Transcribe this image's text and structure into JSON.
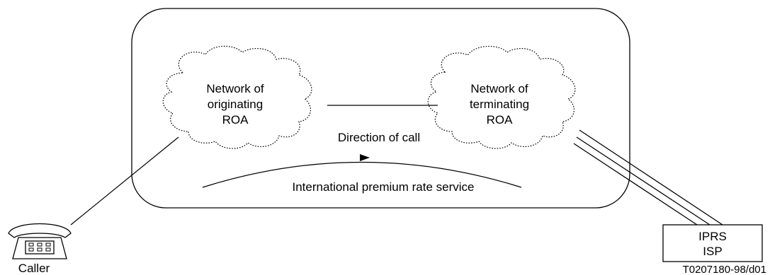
{
  "diagram": {
    "origin_cloud": {
      "lines": [
        "Network of",
        "originating",
        "ROA"
      ]
    },
    "terminating_cloud": {
      "lines": [
        "Network of",
        "terminating",
        "ROA"
      ]
    },
    "direction_label": "Direction of call",
    "service_label": "International premium rate service",
    "caller_label": "Caller",
    "isp_box": {
      "lines": [
        "IPRS",
        "ISP"
      ]
    },
    "figure_id": "T0207180-98/d01"
  },
  "colors": {
    "stroke": "#000000",
    "background": "#ffffff"
  },
  "icons": [
    "telephone-icon",
    "arrowhead-icon"
  ]
}
